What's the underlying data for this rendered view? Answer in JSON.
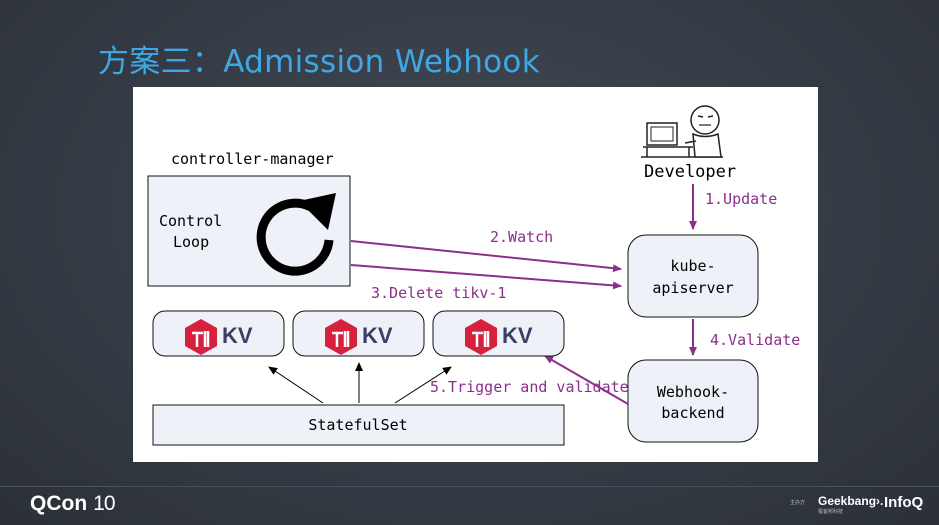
{
  "slide": {
    "title": "方案三：Admission Webhook"
  },
  "diagram": {
    "controller_manager_label": "controller-manager",
    "control_loop_line1": "Control",
    "control_loop_line2": "Loop",
    "developer_label": "Developer",
    "kube_apiserver_line1": "kube-",
    "kube_apiserver_line2": "apiserver",
    "webhook_backend_line1": "Webhook-",
    "webhook_backend_line2": "backend",
    "statefulset_label": "StatefulSet",
    "kv_labels": [
      "KV",
      "KV",
      "KV"
    ],
    "steps": {
      "update": "1.Update",
      "watch": "2.Watch",
      "delete": "3.Delete tikv-1",
      "validate": "4.Validate",
      "trigger": "5.Trigger and validate"
    },
    "colors": {
      "arrow_purple": "#8b2f8b",
      "tikv_red": "#d6203c",
      "kv_text": "#3a3f66",
      "box_fill": "#eef1f8"
    }
  },
  "footer": {
    "qcon": "QCon",
    "qcon_edition": "10",
    "sponsor": "主办方",
    "geekbang": "Geekbang›.",
    "geekbang_sub": "极客邦科技",
    "infoq": "InfoQ"
  }
}
